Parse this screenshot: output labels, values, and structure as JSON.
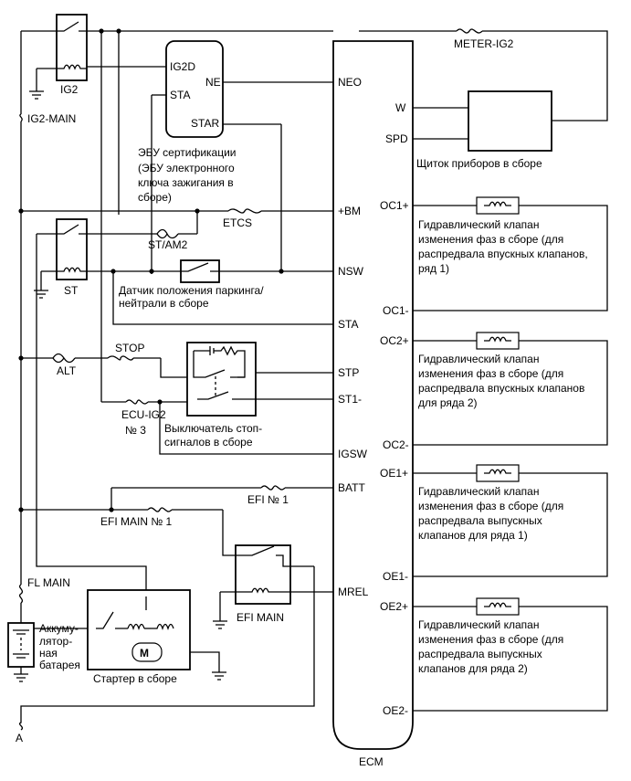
{
  "labels": {
    "ig2": "IG2",
    "ig2_main": "IG2-MAIN",
    "st": "ST",
    "st_am2": "ST/AM2",
    "etcs": "ETCS",
    "alt": "ALT",
    "stop": "STOP",
    "ecu_ig2": "ECU-IG2",
    "ecu_ig2_no": "№ 3",
    "efi_no1": "EFI № 1",
    "efi_main_no1": "EFI MAIN № 1",
    "efi_main": "EFI MAIN",
    "fl_main": "FL MAIN",
    "meter_ig2": "METER-IG2",
    "ground_a": "A"
  },
  "components": {
    "cert_ecu": {
      "pins": {
        "ig2d": "IG2D",
        "ne": "NE",
        "sta": "STA",
        "star": "STAR"
      },
      "caption": [
        "ЭБУ сертификации",
        "(ЭБУ электронного",
        "ключа зажигания в",
        "сборе)"
      ]
    },
    "pn_sensor": {
      "caption": [
        "Датчик положения паркинга/",
        "нейтрали в сборе"
      ]
    },
    "stop_switch": {
      "caption": [
        "Выключатель стоп-",
        "сигналов в сборе"
      ]
    },
    "battery": {
      "caption": [
        "Аккуму-",
        "лятор-",
        "ная",
        "батарея"
      ]
    },
    "starter": {
      "caption": "Стартер в сборе",
      "motor": "M"
    },
    "meter": {
      "pins": {
        "w": "W",
        "spd": "SPD"
      },
      "caption": "Щиток приборов в сборе"
    }
  },
  "ecm": {
    "name": "ECM",
    "left_pins": [
      "NEO",
      "+BM",
      "NSW",
      "STA",
      "STP",
      "ST1-",
      "IGSW",
      "BATT",
      "MREL"
    ],
    "right_pins": [
      "OC1+",
      "OC1-",
      "OC2+",
      "OC2-",
      "OE1+",
      "OE1-",
      "OE2+",
      "OE2-"
    ]
  },
  "valves": [
    {
      "caption": [
        "Гидравлический клапан",
        "изменения фаз в сборе (для",
        "распредвала впускных клапанов,",
        "ряд 1)"
      ]
    },
    {
      "caption": [
        "Гидравлический клапан",
        "изменения фаз в сборе (для",
        "распредвала впускных клапанов",
        "для ряда 2)"
      ]
    },
    {
      "caption": [
        "Гидравлический клапан",
        "изменения фаз в сборе (для",
        "распредвала выпускных",
        "клапанов для ряда 1)"
      ]
    },
    {
      "caption": [
        "Гидравлический клапан",
        "изменения фаз в сборе (для",
        "распредвала выпускных",
        "клапанов для ряда 2)"
      ]
    }
  ]
}
